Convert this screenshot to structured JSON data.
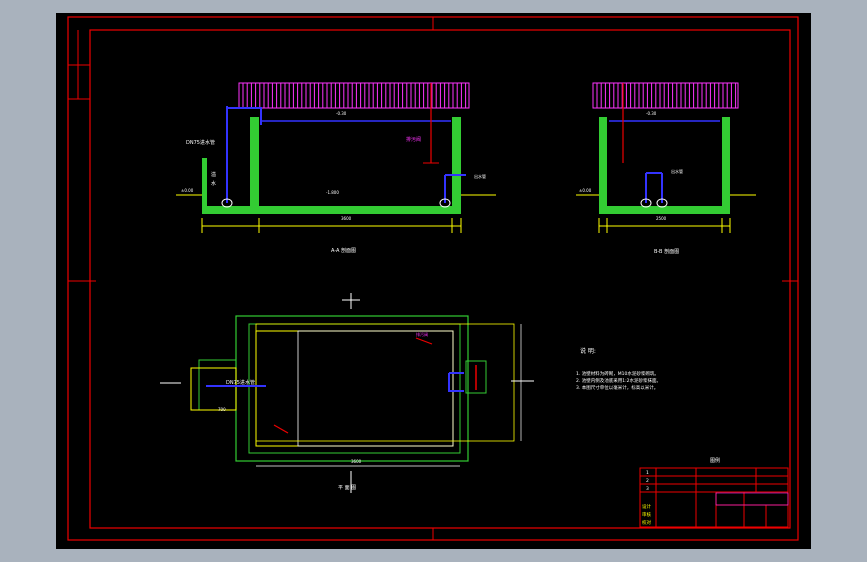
{
  "drawing": {
    "section_a_label": "A-A 剖面图",
    "section_b_label": "B-B 剖面图",
    "plan_label": "平 面 图",
    "inlet_pipe_label": "DN75进水管",
    "notes_title": "说  明:",
    "notes": [
      "1. 池壁材料为砖砌，M10水泥砂浆砌筑。",
      "2. 池壁内侧及池底采用1:2水泥砂浆抹面。",
      "3. 本图尺寸单位以毫米计，标高以米计。"
    ],
    "title_block": {
      "header": "图例",
      "cells": [
        "设计",
        "审核",
        "校对",
        "1",
        "2",
        "3"
      ]
    }
  }
}
